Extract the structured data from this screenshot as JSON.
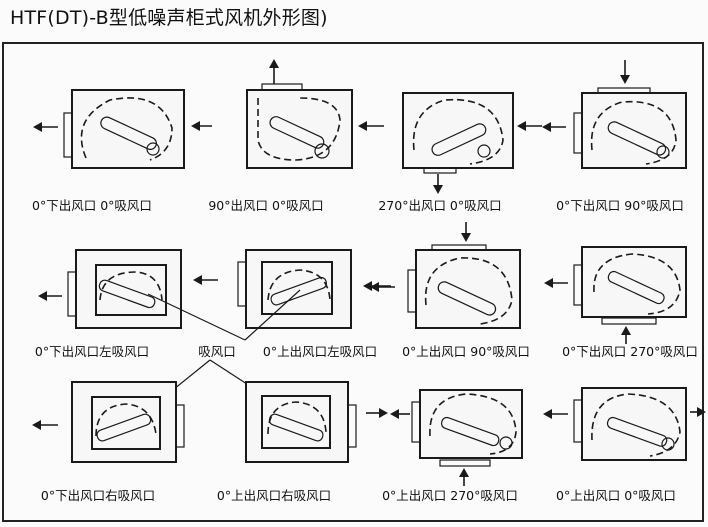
{
  "title": "HTF(DT)-B型低噪声柜式风机外形图)",
  "captions": {
    "r1c1": "0°下出风口 0°吸风口",
    "r1c2": "90°出风口 0°吸风口",
    "r1c3": "270°出风口 0°吸风口",
    "r1c4": "0°下出风口 90°吸风口",
    "r2c1": "0°下出风口左吸风口",
    "r2mid": "吸风口",
    "r2c2": "0°上出风口左吸风口",
    "r2c3": "0°上出风口 90°吸风口",
    "r2c4": "0°下出风口 270°吸风口",
    "r3c1": "0°下出风口右吸风口",
    "r3c2": "0°上出风口右吸风口",
    "r3c3": "0°上出风口 270°吸风口",
    "r3c4": "0°上出风口 0°吸风口"
  }
}
